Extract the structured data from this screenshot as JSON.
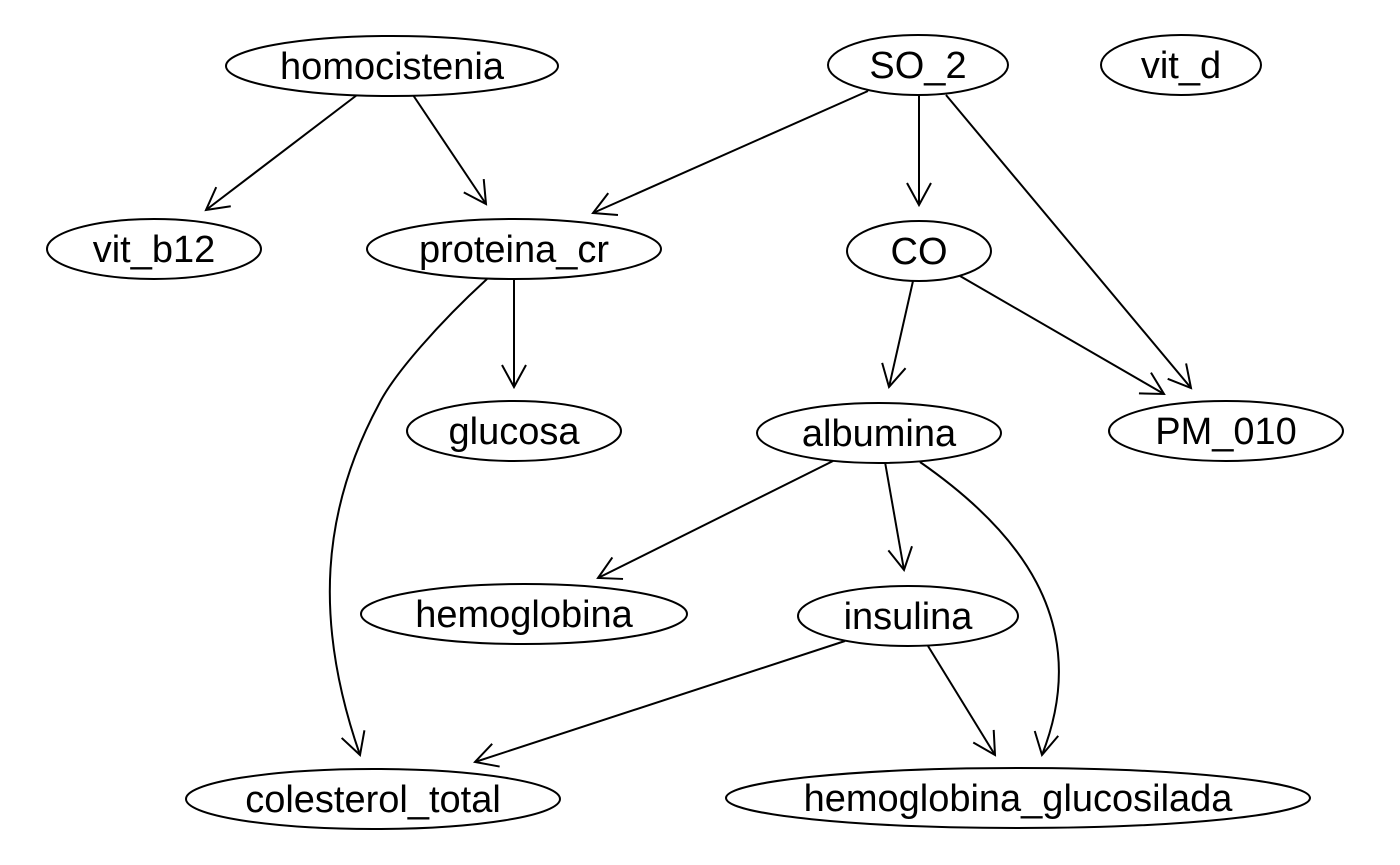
{
  "diagram": {
    "type": "directed-acyclic-graph",
    "stroke_color": "#000000",
    "background_color": "#ffffff",
    "nodes": [
      {
        "id": "homocistenia",
        "label": "homocistenia"
      },
      {
        "id": "SO_2",
        "label": "SO_2"
      },
      {
        "id": "vit_d",
        "label": "vit_d"
      },
      {
        "id": "vit_b12",
        "label": "vit_b12"
      },
      {
        "id": "proteina_cr",
        "label": "proteina_cr"
      },
      {
        "id": "CO",
        "label": "CO"
      },
      {
        "id": "glucosa",
        "label": "glucosa"
      },
      {
        "id": "albumina",
        "label": "albumina"
      },
      {
        "id": "PM_010",
        "label": "PM_010"
      },
      {
        "id": "hemoglobina",
        "label": "hemoglobina"
      },
      {
        "id": "insulina",
        "label": "insulina"
      },
      {
        "id": "colesterol_total",
        "label": "colesterol_total"
      },
      {
        "id": "hemoglobina_glucosilada",
        "label": "hemoglobina_glucosilada"
      }
    ],
    "edges": [
      {
        "from": "homocistenia",
        "to": "vit_b12"
      },
      {
        "from": "homocistenia",
        "to": "proteina_cr"
      },
      {
        "from": "SO_2",
        "to": "proteina_cr"
      },
      {
        "from": "SO_2",
        "to": "CO"
      },
      {
        "from": "SO_2",
        "to": "PM_010"
      },
      {
        "from": "proteina_cr",
        "to": "glucosa"
      },
      {
        "from": "proteina_cr",
        "to": "colesterol_total"
      },
      {
        "from": "CO",
        "to": "albumina"
      },
      {
        "from": "CO",
        "to": "PM_010"
      },
      {
        "from": "albumina",
        "to": "hemoglobina"
      },
      {
        "from": "albumina",
        "to": "insulina"
      },
      {
        "from": "albumina",
        "to": "hemoglobina_glucosilada"
      },
      {
        "from": "insulina",
        "to": "colesterol_total"
      },
      {
        "from": "insulina",
        "to": "hemoglobina_glucosilada"
      }
    ]
  }
}
